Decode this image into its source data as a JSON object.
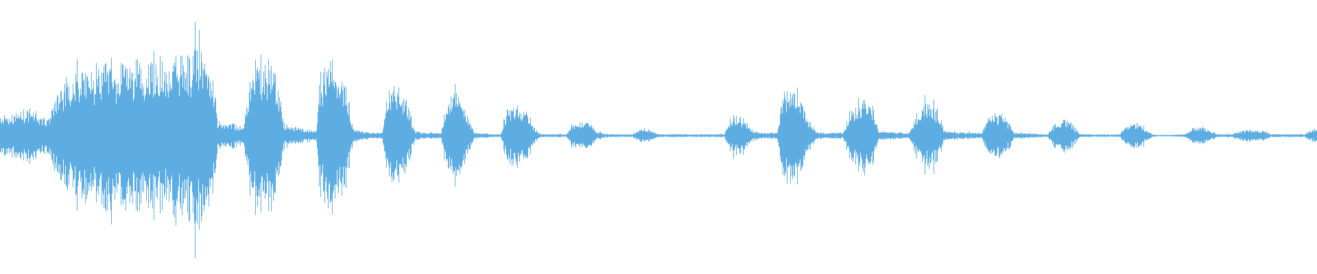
{
  "waveform": {
    "color": "#5dade2",
    "background": "#ffffff",
    "amplitude_profile": [
      [
        0.0,
        0.12
      ],
      [
        0.01,
        0.15
      ],
      [
        0.02,
        0.18
      ],
      [
        0.025,
        0.2
      ],
      [
        0.03,
        0.14
      ],
      [
        0.035,
        0.12
      ],
      [
        0.04,
        0.22
      ],
      [
        0.045,
        0.3
      ],
      [
        0.05,
        0.38
      ],
      [
        0.055,
        0.42
      ],
      [
        0.065,
        0.45
      ],
      [
        0.075,
        0.46
      ],
      [
        0.085,
        0.48
      ],
      [
        0.095,
        0.48
      ],
      [
        0.11,
        0.47
      ],
      [
        0.125,
        0.5
      ],
      [
        0.135,
        0.52
      ],
      [
        0.145,
        0.58
      ],
      [
        0.15,
        0.62
      ],
      [
        0.155,
        0.6
      ],
      [
        0.16,
        0.55
      ],
      [
        0.165,
        0.1
      ],
      [
        0.17,
        0.08
      ],
      [
        0.175,
        0.09
      ],
      [
        0.18,
        0.07
      ],
      [
        0.185,
        0.06
      ],
      [
        0.19,
        0.42
      ],
      [
        0.195,
        0.55
      ],
      [
        0.2,
        0.52
      ],
      [
        0.205,
        0.5
      ],
      [
        0.21,
        0.45
      ],
      [
        0.215,
        0.08
      ],
      [
        0.22,
        0.06
      ],
      [
        0.23,
        0.05
      ],
      [
        0.24,
        0.03
      ],
      [
        0.243,
        0.35
      ],
      [
        0.248,
        0.48
      ],
      [
        0.255,
        0.5
      ],
      [
        0.262,
        0.4
      ],
      [
        0.268,
        0.05
      ],
      [
        0.275,
        0.03
      ],
      [
        0.285,
        0.02
      ],
      [
        0.29,
        0.02
      ],
      [
        0.293,
        0.25
      ],
      [
        0.298,
        0.32
      ],
      [
        0.305,
        0.3
      ],
      [
        0.31,
        0.2
      ],
      [
        0.315,
        0.03
      ],
      [
        0.325,
        0.02
      ],
      [
        0.335,
        0.02
      ],
      [
        0.338,
        0.22
      ],
      [
        0.343,
        0.28
      ],
      [
        0.35,
        0.26
      ],
      [
        0.355,
        0.14
      ],
      [
        0.36,
        0.02
      ],
      [
        0.375,
        0.01
      ],
      [
        0.38,
        0.01
      ],
      [
        0.384,
        0.17
      ],
      [
        0.392,
        0.22
      ],
      [
        0.4,
        0.18
      ],
      [
        0.405,
        0.06
      ],
      [
        0.41,
        0.01
      ],
      [
        0.43,
        0.01
      ],
      [
        0.434,
        0.08
      ],
      [
        0.44,
        0.1
      ],
      [
        0.448,
        0.08
      ],
      [
        0.453,
        0.03
      ],
      [
        0.46,
        0.01
      ],
      [
        0.48,
        0.01
      ],
      [
        0.485,
        0.04
      ],
      [
        0.49,
        0.05
      ],
      [
        0.495,
        0.03
      ],
      [
        0.5,
        0.01
      ],
      [
        0.55,
        0.01
      ],
      [
        0.553,
        0.1
      ],
      [
        0.56,
        0.14
      ],
      [
        0.566,
        0.1
      ],
      [
        0.57,
        0.04
      ],
      [
        0.58,
        0.02
      ],
      [
        0.59,
        0.02
      ],
      [
        0.593,
        0.26
      ],
      [
        0.6,
        0.34
      ],
      [
        0.607,
        0.3
      ],
      [
        0.613,
        0.12
      ],
      [
        0.62,
        0.02
      ],
      [
        0.64,
        0.02
      ],
      [
        0.645,
        0.18
      ],
      [
        0.655,
        0.26
      ],
      [
        0.662,
        0.2
      ],
      [
        0.667,
        0.03
      ],
      [
        0.69,
        0.02
      ],
      [
        0.697,
        0.16
      ],
      [
        0.705,
        0.24
      ],
      [
        0.712,
        0.18
      ],
      [
        0.717,
        0.03
      ],
      [
        0.745,
        0.02
      ],
      [
        0.75,
        0.12
      ],
      [
        0.757,
        0.16
      ],
      [
        0.764,
        0.12
      ],
      [
        0.77,
        0.02
      ],
      [
        0.795,
        0.01
      ],
      [
        0.8,
        0.08
      ],
      [
        0.807,
        0.12
      ],
      [
        0.814,
        0.08
      ],
      [
        0.82,
        0.01
      ],
      [
        0.85,
        0.01
      ],
      [
        0.855,
        0.06
      ],
      [
        0.862,
        0.09
      ],
      [
        0.868,
        0.06
      ],
      [
        0.875,
        0.01
      ],
      [
        0.88,
        0.0
      ],
      [
        0.9,
        0.01
      ],
      [
        0.905,
        0.05
      ],
      [
        0.912,
        0.06
      ],
      [
        0.918,
        0.04
      ],
      [
        0.925,
        0.01
      ],
      [
        0.935,
        0.01
      ],
      [
        0.94,
        0.03
      ],
      [
        0.95,
        0.04
      ],
      [
        0.96,
        0.03
      ],
      [
        0.965,
        0.01
      ],
      [
        0.99,
        0.01
      ],
      [
        0.995,
        0.04
      ],
      [
        1.0,
        0.06
      ]
    ]
  }
}
